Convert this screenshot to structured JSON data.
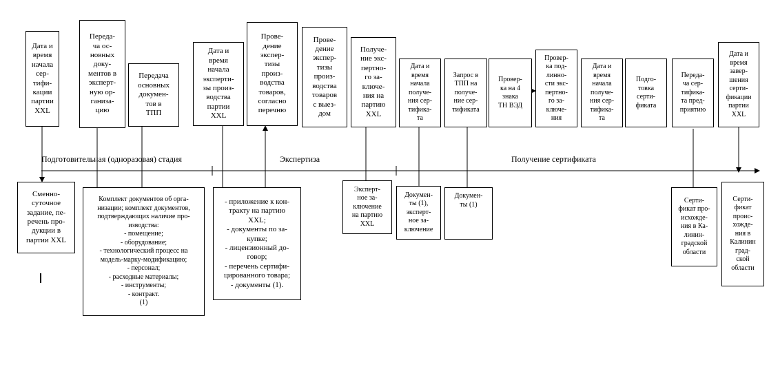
{
  "top_boxes": [
    "Дата и\nвремя\nначала\nсер-\nтифи-\nкации\nпартии\nXXL",
    "Переда-\nча ос-\nновных\nдоку-\nментов в\nэксперт-\nную ор-\nганиза-\nцию",
    "Передача\nосновных\nдокумен-\nтов в\nТПП",
    "Дата и\nвремя\nначала\nэксперти-\nзы произ-\nводства\nпартии\nXXL",
    "Прове-\nдение\nэкспер-\nтизы\nпроиз-\nводства\nтоваров,\nсогласно\nперечню",
    "Прове-\nдение\nэкспер-\nтизы\nпроиз-\nводства\nтоваров\nс выез-\nдом",
    "Получе-\nние экс-\nпертно-\nго за-\nключе-\nния на\nпартию\nXXL",
    "Дата и\nвремя\nначала\nполуче-\nния сер-\nтифика-\nта",
    "Запрос в\nТПП на\nполуче-\nние сер-\nтификата",
    "Провер-\nка на 4\nзнака\nТН ВЭД",
    "Провер-\nка под-\nлинно-\nсти экс-\nпертно-\nго за-\nключе-\nния",
    "Дата и\nвремя\nначала\nполуче-\nния сер-\nтифика-\nта",
    "Подго-\nтовка\nсерти-\nфиката",
    "Переда-\nча сер-\nтифика-\nта пред-\nприятию",
    "Дата и\nвремя\nзавер-\nшения\nсерти-\nфикации\nпартии\nXXL"
  ],
  "stages": [
    "Подготовительная (одноразовая) стадия",
    "Экспертиза",
    "Получение сертификата"
  ],
  "bottom_boxes": [
    "Сменно-\nсуточное\nзадание, пе-\nречень про-\nдукции в\nпартии XXL",
    "Комплект документов об орга-\nнизации; комплект документов,\nподтверждающих наличие про-\nизводства:\n- помещение;\n- оборудование;\n- технологический процесс на\nмодель-марку-модификацию;\n- персонал;\n- расходные материалы;\n- инструменты;\n- контракт.\n(1)",
    "- приложение к кон-\nтракту на партию\nXXL;\n- документы по за-\nкупке;\n- лицензионный до-\nговор;\n- перечень сертифи-\nцированного товара;\n- документы (1).",
    "Эксперт-\nное за-\nключение\nна партию\nXXL",
    "Докумен-\nты (1),\nэксперт-\nное за-\nключение",
    "Докумен-\nты (1)",
    "Серти-\nфикат про-\nисхожде-\nния в Ка-\nлинин-\nградской\nобласти",
    "Серти-\nфикат\nпроис-\nхожде-\nния в\nКалинин\nград-\nской\nобласти"
  ]
}
